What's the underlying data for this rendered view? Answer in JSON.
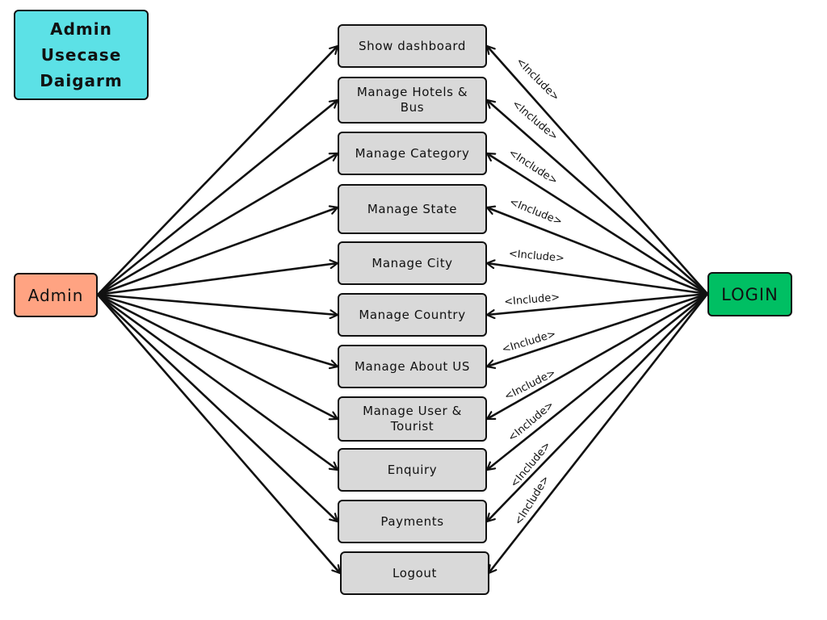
{
  "title": "Admin\nUsecase\nDaigarm",
  "actors": {
    "admin": "Admin",
    "login": "LOGIN"
  },
  "usecases": [
    "Show dashboard",
    "Manage Hotels & Bus",
    "Manage Category",
    "Manage State",
    "Manage City",
    "Manage Country",
    "Manage About US",
    "Manage User & Tourist",
    "Enquiry",
    "Payments",
    "Logout"
  ],
  "include_labels": [
    "<Include>",
    "<Include>",
    "<Include>",
    "<Include>",
    "<Include>",
    "<Include>",
    "<Include>",
    "<Include>",
    "<Include>",
    "<Include>",
    "<Include>"
  ],
  "colors": {
    "title_bg": "#5ce1e6",
    "admin_bg": "#ffa382",
    "login_bg": "#00bf63",
    "usecase_bg": "#d9d9d9",
    "stroke": "#111111"
  }
}
